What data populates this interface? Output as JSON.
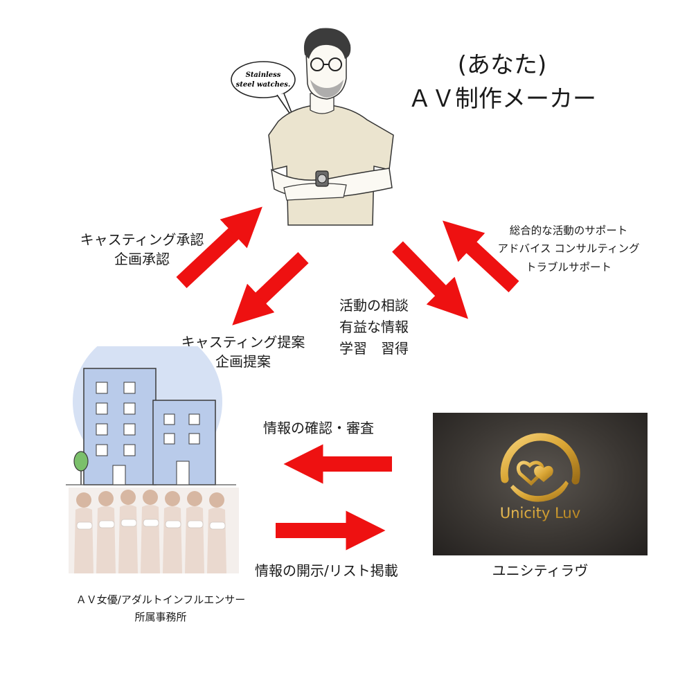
{
  "maker": {
    "line1": "(あなた)",
    "line2": "ＡＶ制作メーカー",
    "speech": [
      "Stainless",
      "steel watches."
    ]
  },
  "flows": {
    "approval": [
      "キャスティング承認",
      "企画承認"
    ],
    "proposal": [
      "キャスティング提案",
      "企画提案"
    ],
    "consult": [
      "活動の相談",
      "有益な情報",
      "学習　習得"
    ],
    "support": [
      "総合的な活動のサポート",
      "アドバイス コンサルティング",
      "トラブルサポート"
    ],
    "review": "情報の確認・審査",
    "disclose": "情報の開示/リスト掲載"
  },
  "agency": {
    "caption": [
      "ＡＶ女優/アダルトインフルエンサー",
      "所属事務所"
    ]
  },
  "unicity": {
    "logo_text": "Unicity Luv",
    "caption": "ユニシティラヴ"
  },
  "colors": {
    "arrow": "#ee1111",
    "building": "#b9cbea",
    "sky_circle": "#d6e1f4",
    "gold": "#d9a534"
  }
}
